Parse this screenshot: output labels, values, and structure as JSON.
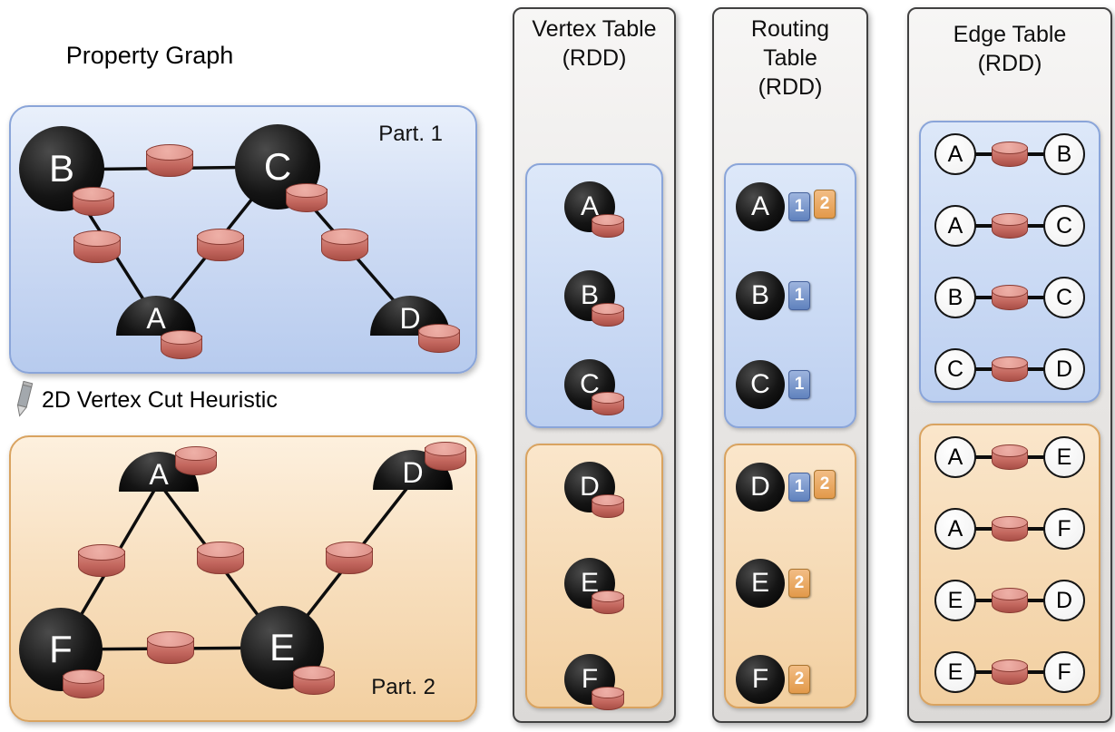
{
  "colors": {
    "partition1_blue": "#bccff0",
    "partition1_border": "#8aa5d9",
    "partition2_orange": "#f2cfa0",
    "partition2_border": "#d9a360",
    "cylinder_red": "#c4685f",
    "badge_blue": "#6082bd",
    "badge_orange": "#e2994a",
    "table_gray": "#e7e5e3",
    "vertex_black": "#000000"
  },
  "property_graph": {
    "title": "Property Graph",
    "cut_note": "2D Vertex Cut Heuristic",
    "partition1": {
      "label": "Part. 1",
      "vertex_b": "B",
      "vertex_c": "C",
      "vertex_a": "A",
      "vertex_d": "D",
      "edges": [
        "B-C",
        "B-A",
        "C-A",
        "C-D"
      ]
    },
    "partition2": {
      "label": "Part. 2",
      "vertex_a": "A",
      "vertex_d": "D",
      "vertex_f": "F",
      "vertex_e": "E",
      "edges": [
        "A-F",
        "A-E",
        "D-E",
        "F-E"
      ]
    }
  },
  "vertex_table": {
    "title": "Vertex Table",
    "subtitle": "(RDD)",
    "partition1": [
      "A",
      "B",
      "C"
    ],
    "partition2": [
      "D",
      "E",
      "F"
    ]
  },
  "routing_table": {
    "title_line1": "Routing",
    "title_line2": "Table",
    "subtitle": "(RDD)",
    "partition1": [
      {
        "vertex": "A",
        "parts": [
          "1",
          "2"
        ]
      },
      {
        "vertex": "B",
        "parts": [
          "1"
        ]
      },
      {
        "vertex": "C",
        "parts": [
          "1"
        ]
      }
    ],
    "partition2": [
      {
        "vertex": "D",
        "parts": [
          "1",
          "2"
        ]
      },
      {
        "vertex": "E",
        "parts": [
          "2"
        ]
      },
      {
        "vertex": "F",
        "parts": [
          "2"
        ]
      }
    ]
  },
  "edge_table": {
    "title": "Edge Table",
    "subtitle": "(RDD)",
    "partition1": [
      {
        "src": "A",
        "dst": "B"
      },
      {
        "src": "A",
        "dst": "C"
      },
      {
        "src": "B",
        "dst": "C"
      },
      {
        "src": "C",
        "dst": "D"
      }
    ],
    "partition2": [
      {
        "src": "A",
        "dst": "E"
      },
      {
        "src": "A",
        "dst": "F"
      },
      {
        "src": "E",
        "dst": "D"
      },
      {
        "src": "E",
        "dst": "F"
      }
    ]
  }
}
